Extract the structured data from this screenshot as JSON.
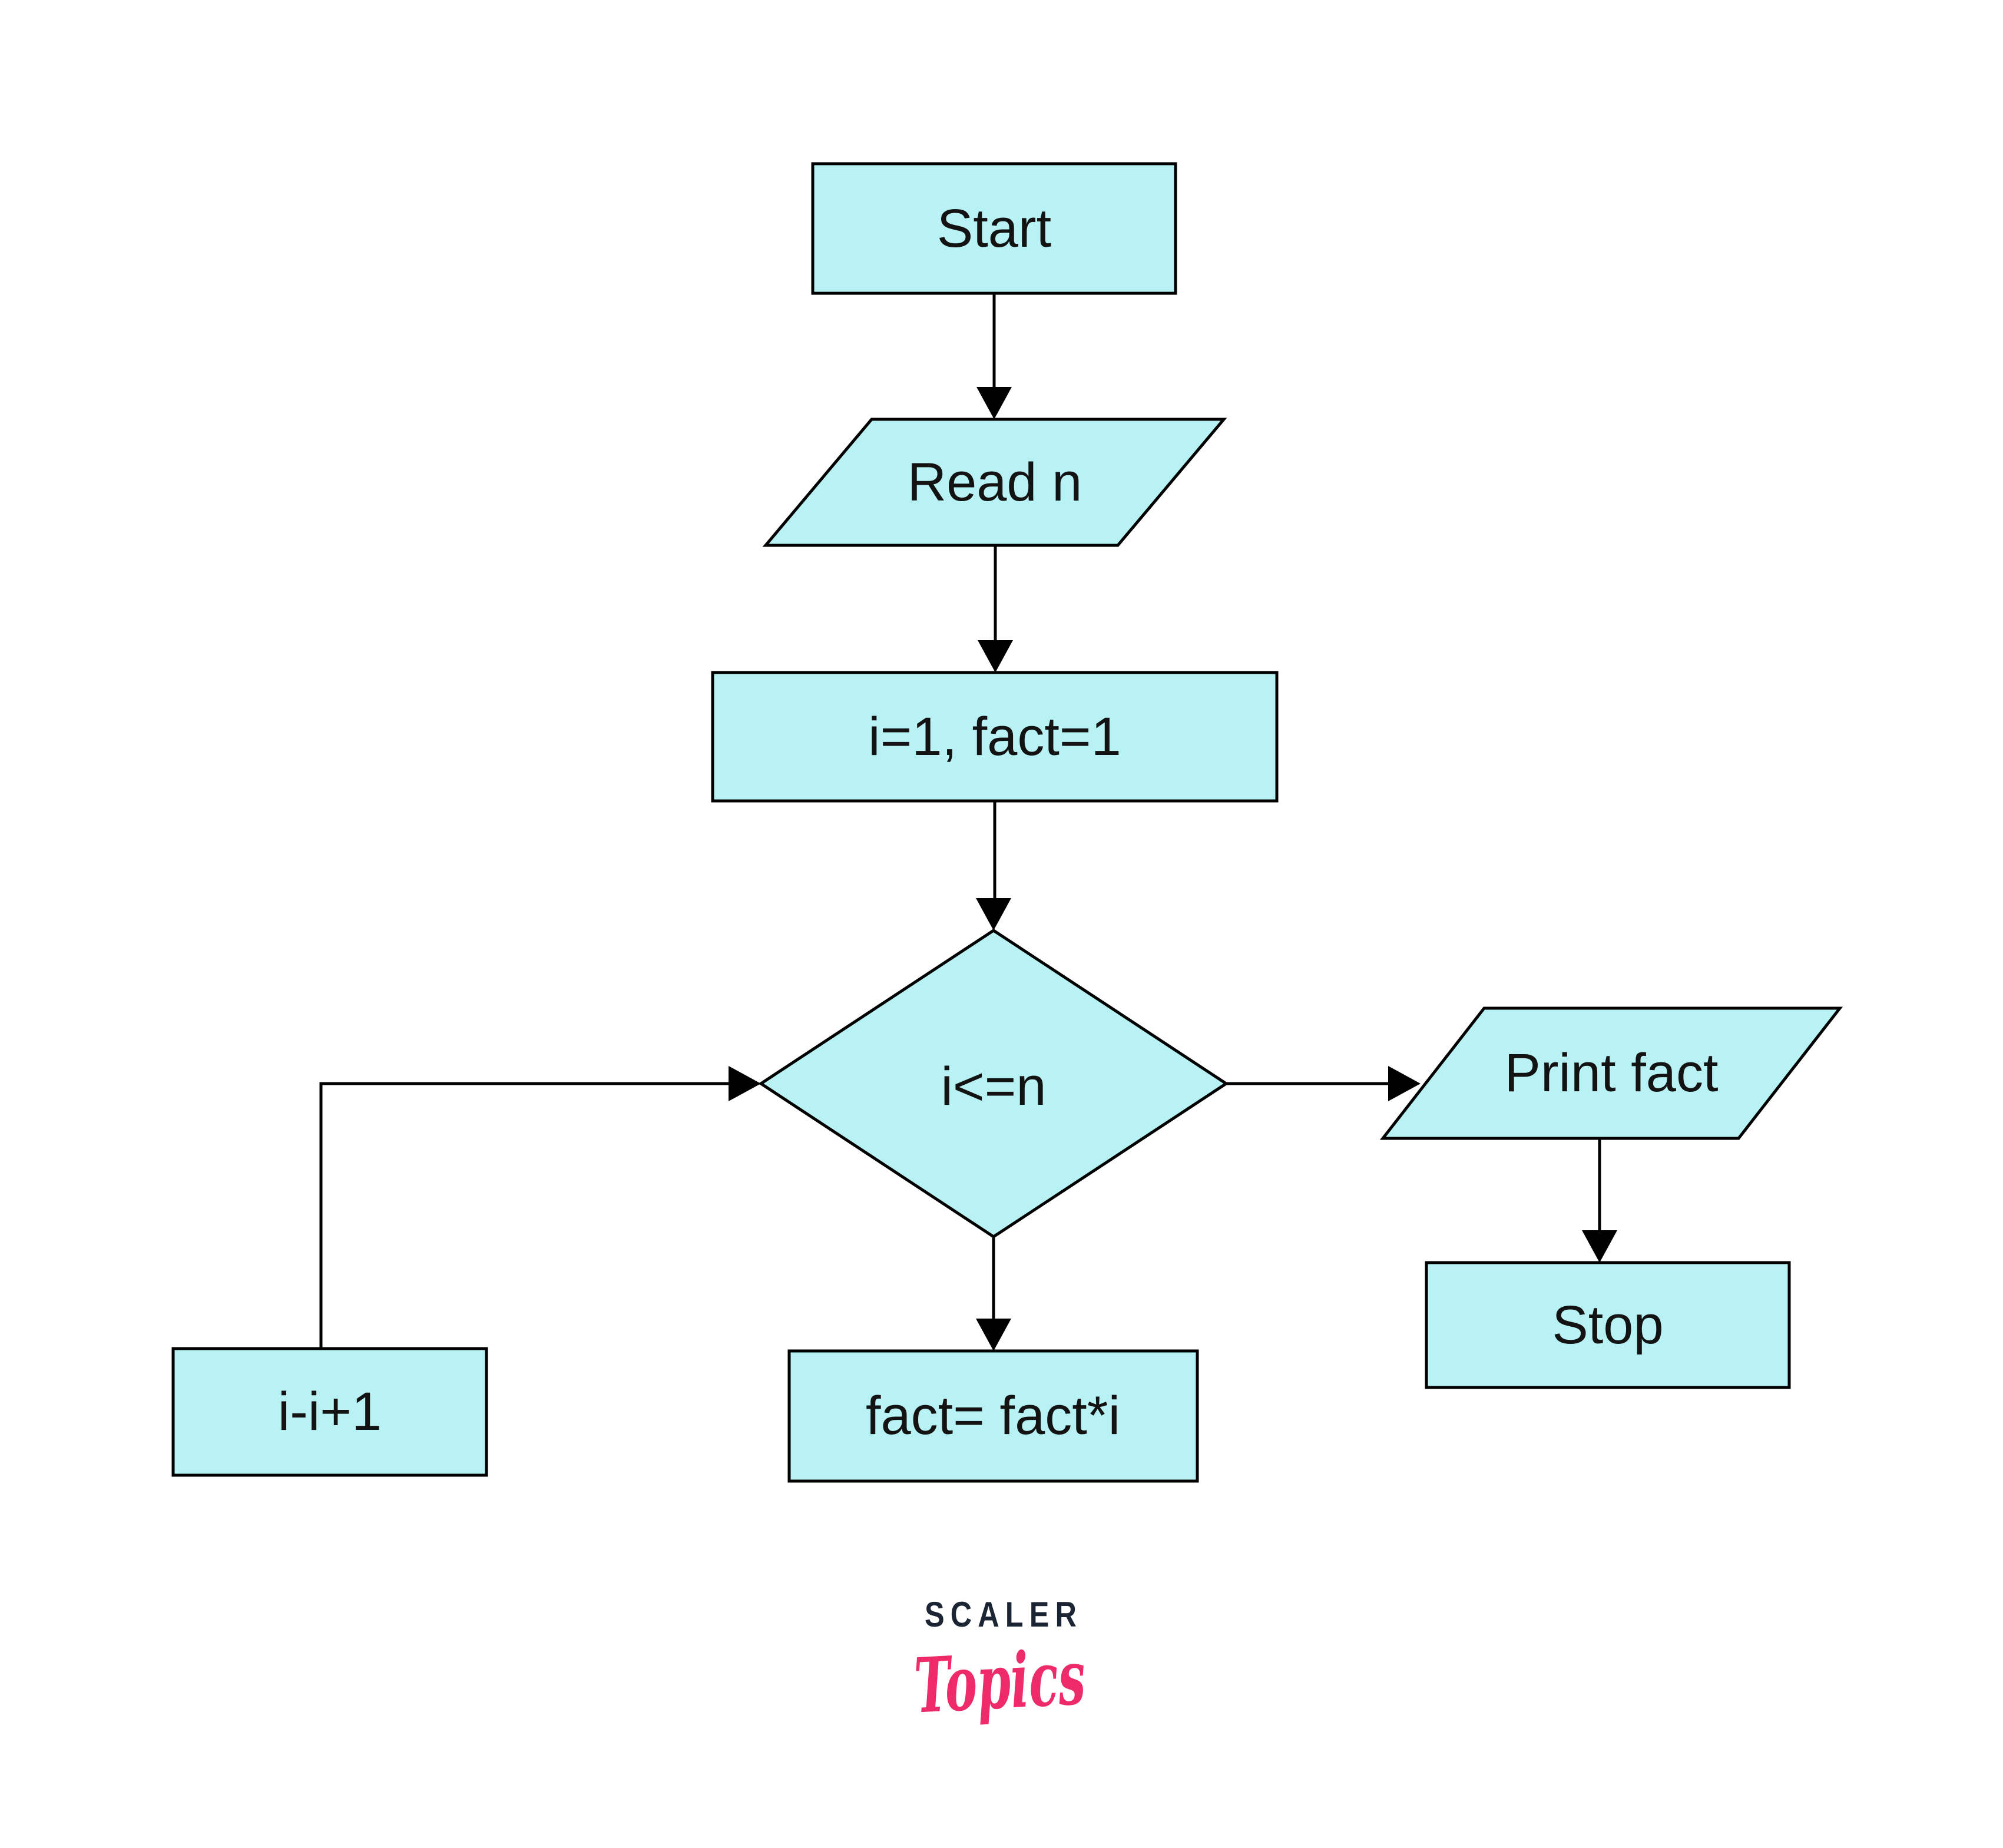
{
  "diagram": {
    "description": "Flowchart for computing factorial of n",
    "style": {
      "node_fill": "#b8f2f4",
      "node_stroke": "#000000",
      "connector_color": "#000000",
      "label_color": "#131313",
      "background": "#ffffff"
    },
    "nodes": {
      "start": {
        "type": "terminator-rectangle",
        "label": "Start"
      },
      "read_n": {
        "type": "input-parallelogram",
        "label": "Read n"
      },
      "init": {
        "type": "process-rectangle",
        "label": "i=1, fact=1"
      },
      "condition": {
        "type": "decision-diamond",
        "label": "i<=n"
      },
      "print_fact": {
        "type": "output-parallelogram",
        "label": "Print fact"
      },
      "stop": {
        "type": "terminator-rectangle",
        "label": "Stop"
      },
      "multiply": {
        "type": "process-rectangle",
        "label": "fact= fact*i"
      },
      "increment": {
        "type": "process-rectangle",
        "label": "i-i+1"
      }
    },
    "edges": [
      {
        "from": "start",
        "to": "read_n"
      },
      {
        "from": "read_n",
        "to": "init"
      },
      {
        "from": "init",
        "to": "condition"
      },
      {
        "from": "condition",
        "to": "print_fact"
      },
      {
        "from": "print_fact",
        "to": "stop"
      },
      {
        "from": "condition",
        "to": "multiply"
      },
      {
        "from": "increment",
        "to": "condition"
      }
    ]
  },
  "logo": {
    "brand": "SCALER",
    "sub": "Topics",
    "brand_color": "#1b2533",
    "sub_color": "#ee2a68"
  }
}
